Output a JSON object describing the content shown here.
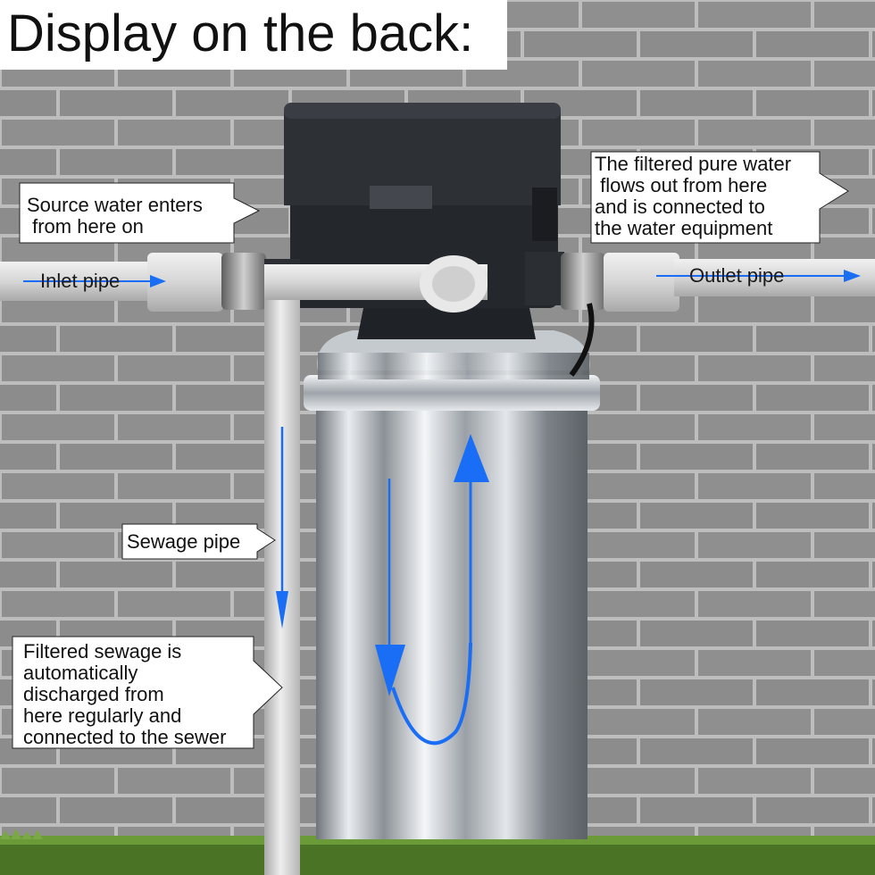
{
  "title": "Display on the back:",
  "labels": {
    "source_water": "Source water enters\n from here on",
    "filtered_water": "The filtered pure water\n flows out from here\nand is connected to\nthe water equipment",
    "inlet_pipe": "Inlet pipe",
    "outlet_pipe": "Outlet pipe",
    "sewage_pipe": "Sewage pipe",
    "filtered_sewage": "Filtered sewage is\nautomatically\ndischarged from\nhere regularly and\nconnected to the sewer"
  },
  "colors": {
    "wall_mortar": "#c4c4c4",
    "brick": "#8f8f8f",
    "pipe": "#dcdcdc",
    "arrow_blue": "#1a6ef5",
    "valve_head": "#2b2e33",
    "steel": "#c9ced3",
    "grass": "#4f7a2a"
  },
  "icons": [
    "flow-arrow-icon",
    "valve-head-icon",
    "filter-tank-icon"
  ]
}
